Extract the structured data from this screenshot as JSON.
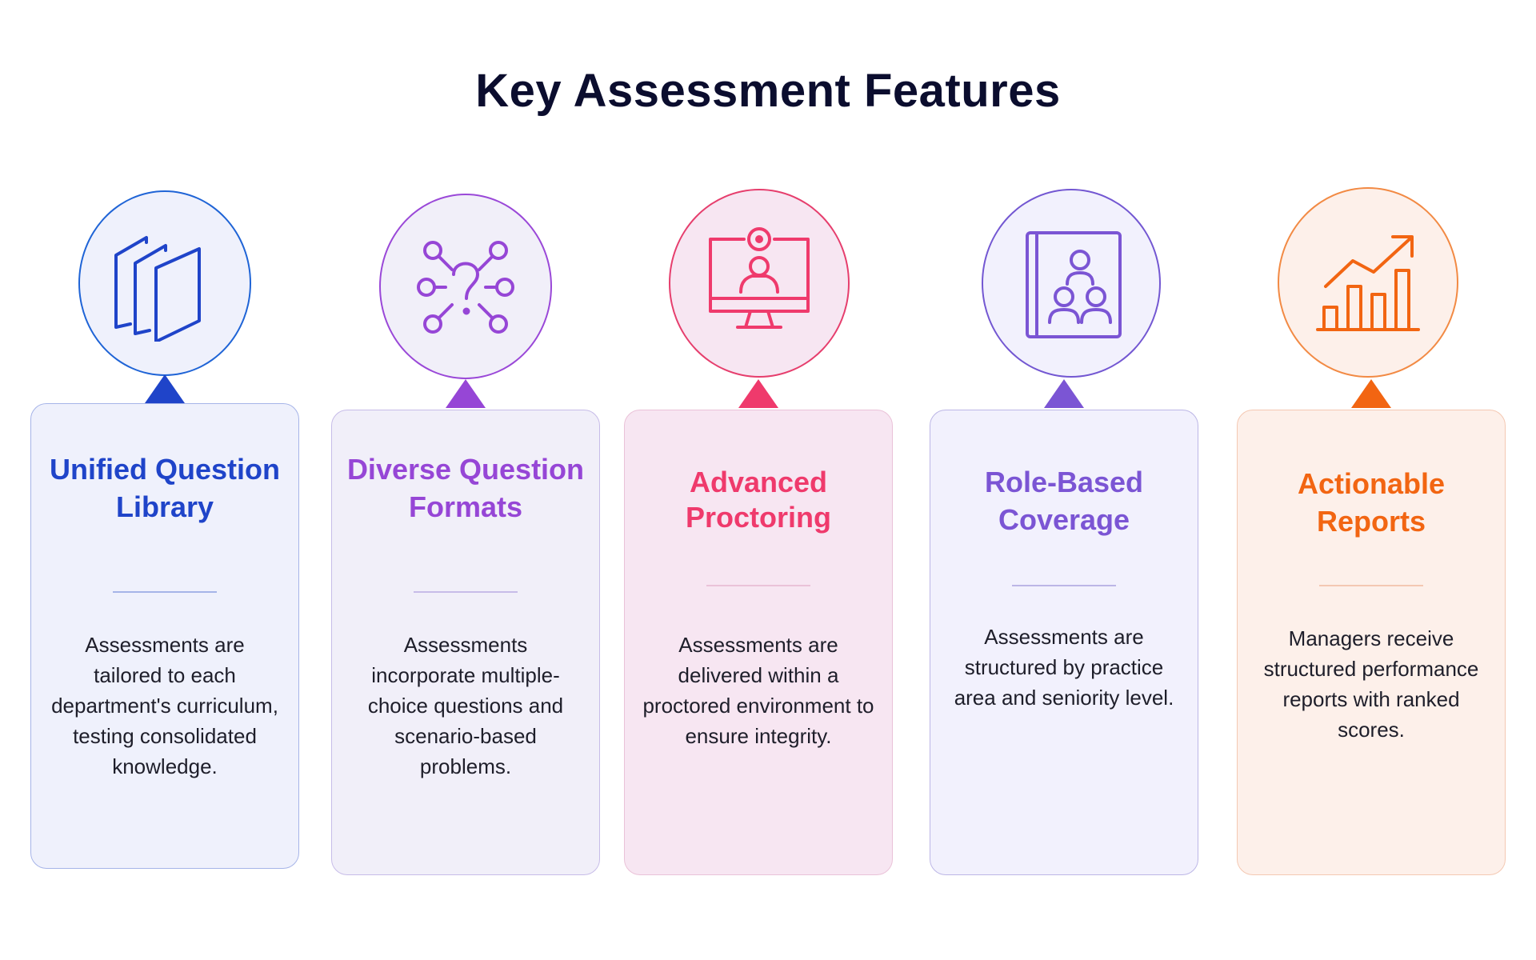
{
  "title": "Key Assessment Features",
  "features": [
    {
      "icon": "stacked-cards-icon",
      "title": "Unified Question Library",
      "description": "Assessments are tailored to each department's curriculum, testing consolidated knowledge.",
      "accent": "#1f44c9",
      "circle_border": "#1f64d6",
      "card_bg": "#eff1fc",
      "card_border": "#a6b4e8"
    },
    {
      "icon": "question-network-icon",
      "title": "Diverse Question Formats",
      "description": "Assessments incorporate multiple-choice questions and scenario-based problems.",
      "accent": "#9646d6",
      "circle_border": "#9a48d8",
      "card_bg": "#f1eff9",
      "card_border": "#c7bce8"
    },
    {
      "icon": "proctored-monitor-icon",
      "title": "Advanced Proctoring",
      "description": "Assessments are delivered within a proctored environment to ensure integrity.",
      "accent": "#ef3a6c",
      "circle_border": "#e63e6d",
      "card_bg": "#f7e6f2",
      "card_border": "#eac2d8"
    },
    {
      "icon": "team-directory-icon",
      "title": "Role-Based Coverage",
      "description": "Assessments are structured by practice area and seniority level.",
      "accent": "#7b55d4",
      "circle_border": "#7357d2",
      "card_bg": "#f2f1fd",
      "card_border": "#bcb6e6"
    },
    {
      "icon": "growth-chart-icon",
      "title": "Actionable Reports",
      "description": "Managers receive structured performance reports with ranked scores.",
      "accent": "#f26512",
      "circle_border": "#f28a44",
      "card_bg": "#fdf0ea",
      "card_border": "#f4c8b2"
    }
  ]
}
